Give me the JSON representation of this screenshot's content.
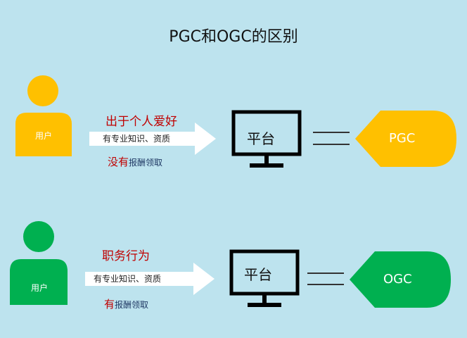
{
  "title": "PGC和OGC的区别",
  "rows": [
    {
      "user_label": "用户",
      "user_color": "#ffc000",
      "line1": "出于个人爱好",
      "arrow_text": "有专业知识、资质",
      "line3_prefix": "没有",
      "line3_suffix": "报酬领取",
      "platform_label": "平台",
      "tag_label": "PGC",
      "tag_color": "#ffc000"
    },
    {
      "user_label": "用户",
      "user_color": "#00b050",
      "line1": "职务行为",
      "arrow_text": "有专业知识、资质",
      "line3_prefix": "有",
      "line3_suffix": "报酬领取",
      "platform_label": "平台",
      "tag_label": "OGC",
      "tag_color": "#00b050"
    }
  ]
}
